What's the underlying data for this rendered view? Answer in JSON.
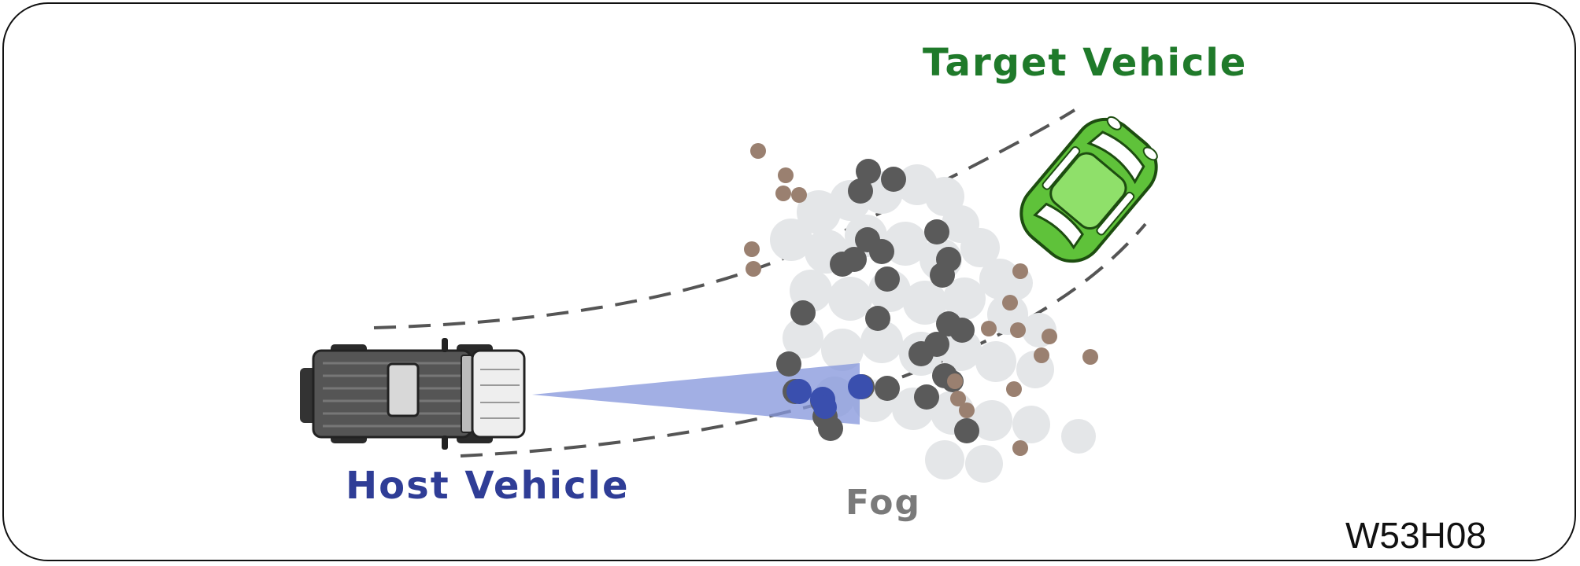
{
  "labels": {
    "target_vehicle": "Target Vehicle",
    "host_vehicle": "Host Vehicle",
    "fog": "Fog",
    "figure_code": "W53H08"
  },
  "colors": {
    "target_label": "#1f7a2a",
    "host_label": "#2f3d96",
    "fog_label": "#7a7a7a",
    "target_car": "#5fc23a",
    "host_car": "#555555",
    "radar_beam": "#8899dd",
    "fog_dark": "#5a5a5a",
    "fog_light": "#e4e6e8",
    "fog_brown": "#9a8070",
    "lane_line": "#555555"
  },
  "icons": {
    "host": "suv-top-view-icon",
    "target": "compact-car-top-view-icon"
  }
}
